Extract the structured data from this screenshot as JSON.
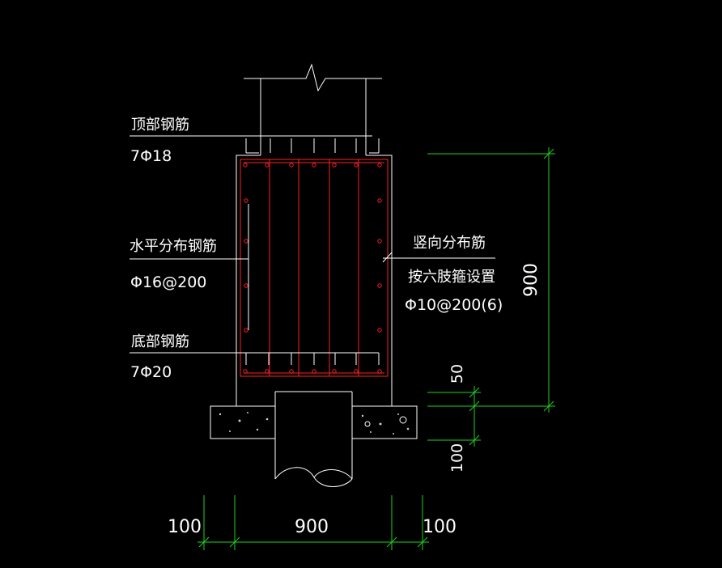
{
  "labels": {
    "top_rebar_title": "顶部钢筋",
    "top_rebar_spec": "7Φ18",
    "horizontal_rebar_title": "水平分布钢筋",
    "horizontal_rebar_spec": "Φ16@200",
    "vertical_rebar_title": "竖向分布筋",
    "vertical_rebar_note": "按六肢箍设置",
    "vertical_rebar_spec": "Φ10@200(6)",
    "bottom_rebar_title": "底部钢筋",
    "bottom_rebar_spec": "7Φ20"
  },
  "dimensions": {
    "height": "900",
    "cover_bottom": "50",
    "pad_thickness": "100",
    "left_offset": "100",
    "width": "900",
    "right_offset": "100"
  },
  "colors": {
    "outline": "#ffffff",
    "rebar": "#ff2020",
    "dimension": "#1fd21f",
    "background": "#000000"
  }
}
